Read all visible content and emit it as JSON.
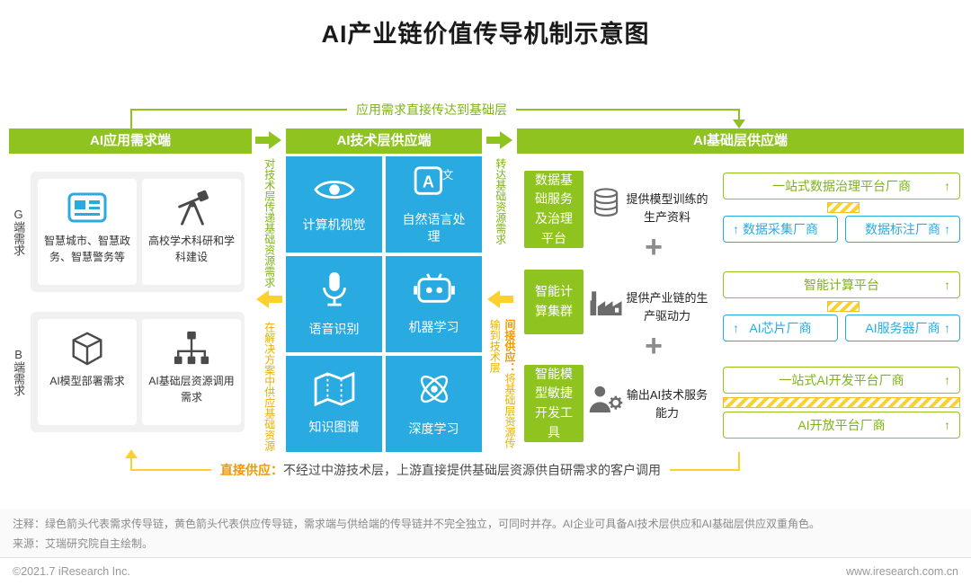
{
  "title": "AI产业链价值传导机制示意图",
  "top_flow": {
    "label": "应用需求直接传达到基础层"
  },
  "bottom_flow": {
    "prefix": "直接供应：",
    "label": "不经过中游技术层，上游直接提供基础层资源供自研需求的客户调用"
  },
  "connectors": {
    "demand_to_tech": "对技术层传递基础资源需求",
    "tech_to_demand": "在解决方案中供应基础资源",
    "tech_to_base": "转达基础资源需求",
    "base_to_tech_prefix": "间接供应：",
    "base_to_tech": "将基础层资源传输到技术层"
  },
  "demand_column": {
    "header": "AI应用需求端",
    "groups": [
      {
        "side_label": "G端需求",
        "cards": [
          {
            "icon": "smart-city-icon",
            "label": "智慧城市、智慧政务、智慧警务等"
          },
          {
            "icon": "telescope-icon",
            "label": "高校学术科研和学科建设"
          }
        ]
      },
      {
        "side_label": "B端需求",
        "cards": [
          {
            "icon": "cube-icon",
            "label": "AI模型部署需求"
          },
          {
            "icon": "org-tree-icon",
            "label": "AI基础层资源调用需求"
          }
        ]
      }
    ]
  },
  "tech_column": {
    "header": "AI技术层供应端",
    "items": [
      {
        "icon": "eye-icon",
        "label": "计算机视觉"
      },
      {
        "icon": "translate-icon",
        "label": "自然语言处理"
      },
      {
        "icon": "microphone-icon",
        "label": "语音识别"
      },
      {
        "icon": "robot-icon",
        "label": "机器学习"
      },
      {
        "icon": "map-icon",
        "label": "知识图谱"
      },
      {
        "icon": "atom-icon",
        "label": "深度学习"
      }
    ]
  },
  "base_column": {
    "header": "AI基础层供应端",
    "plus": "+",
    "arrow": "↑",
    "rows": [
      {
        "category": "数据基础服务及治理平台",
        "icon": "database-icon",
        "description": "提供模型训练的生产资料",
        "vendor_top": "一站式数据治理平台厂商",
        "vendor_left": "数据采集厂商",
        "vendor_right": "数据标注厂商"
      },
      {
        "category": "智能计算集群",
        "icon": "factory-icon",
        "description": "提供产业链的生产驱动力",
        "vendor_top": "智能计算平台",
        "vendor_left": "AI芯片厂商",
        "vendor_right": "AI服务器厂商"
      },
      {
        "category": "智能模型敏捷开发工具",
        "icon": "person-gear-icon",
        "description": "输出AI技术服务能力",
        "vendor_top": "一站式AI开发平台厂商",
        "vendor_bottom": "AI开放平台厂商"
      }
    ]
  },
  "footer": {
    "note": "注释：绿色箭头代表需求传导链，黄色箭头代表供应传导链，需求端与供给端的传导链并不完全独立，可同时并存。AI企业可具备AI技术层供应和AI基础层供应双重角色。",
    "source": "来源：艾瑞研究院自主绘制。",
    "copyright": "©2021.7 iResearch Inc.",
    "website": "www.iresearch.com.cn"
  },
  "colors": {
    "green": "#8fc320",
    "blue": "#29abe2",
    "yellow": "#fcd02e",
    "orange": "#f39800"
  }
}
